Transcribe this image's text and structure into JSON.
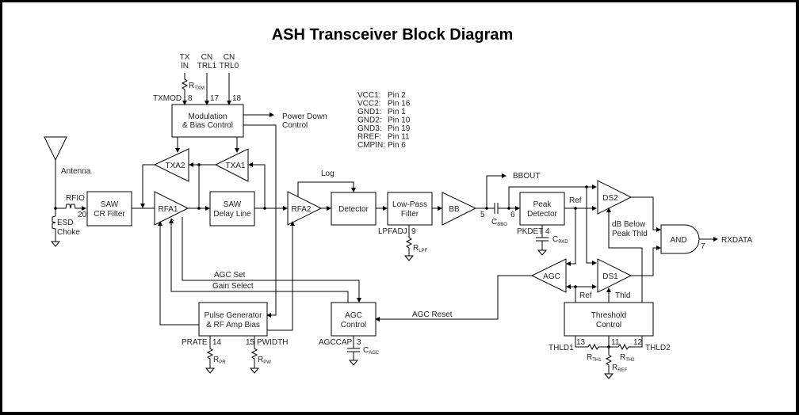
{
  "title": "ASH Transceiver Block Diagram",
  "blocks": {
    "mod_bias": [
      "Modulation",
      "& Bias Control"
    ],
    "saw_cr": [
      "SAW",
      "CR Filter"
    ],
    "saw_delay": [
      "SAW",
      "Delay Line"
    ],
    "detector": "Detector",
    "lpf": [
      "Low-Pass",
      "Filter"
    ],
    "peak_det": [
      "Peak",
      "Detector"
    ],
    "pulse_gen": [
      "Pulse Generator",
      "& RF Amp Bias"
    ],
    "agc_ctrl": [
      "AGC",
      "Control"
    ],
    "threshold": [
      "Threshold",
      "Control"
    ],
    "and_gate": "AND"
  },
  "amps": {
    "txa2": "TXA2",
    "txa1": "TXA1",
    "rfa1": "RFA1",
    "rfa2": "RFA2",
    "bb": "BB",
    "agc": "AGC",
    "ds1": "DS1",
    "ds2": "DS2"
  },
  "inputs": {
    "tx_in": [
      "TX",
      "IN"
    ],
    "cntrl1": [
      "CN",
      "TRL1"
    ],
    "cntrl0": [
      "CN",
      "TRL0"
    ]
  },
  "pins": {
    "txmod": "TXMOD",
    "p8": "8",
    "p17": "17",
    "p18": "18",
    "rfio": "RFIO",
    "p20": "20",
    "p5": "5",
    "p6": "6",
    "p4": "4",
    "p7": "7",
    "p9": "9",
    "p3": "3",
    "p14": "14",
    "p15": "15",
    "p13": "13",
    "p11": "11",
    "p12": "12",
    "lpfadj": "LPFADJ",
    "pkdet": "PKDET",
    "agccap": "AGCCAP",
    "prate": "PRATE",
    "pwidth": "PWIDTH",
    "thld1": "THLD1",
    "thld2": "THLD2"
  },
  "components": {
    "r_txm": [
      "R",
      "TXM"
    ],
    "r_lpf": [
      "R",
      "LPF"
    ],
    "c_bbo": [
      "C",
      "BBO"
    ],
    "c_pkd": [
      "C",
      "PKD"
    ],
    "c_agc": [
      "C",
      "AGC"
    ],
    "r_pr": [
      "R",
      "PR"
    ],
    "r_pw": [
      "R",
      "PW"
    ],
    "r_th1": [
      "R",
      "TH1"
    ],
    "r_th2": [
      "R",
      "TH2"
    ],
    "r_ref": [
      "R",
      "REF"
    ]
  },
  "labels": {
    "antenna": "Antenna",
    "esd": [
      "ESD",
      "Choke"
    ],
    "power_down": [
      "Power Down",
      "Control"
    ],
    "log": "Log",
    "bbout": "BBOUT",
    "ref_top": "Ref",
    "ref_bottom": "Ref",
    "thld": "Thld",
    "db_below": [
      "dB Below",
      "Peak Thld"
    ],
    "rxdata": "RXDATA",
    "agc_set": "AGC Set",
    "gain_select": "Gain Select",
    "agc_reset": "AGC Reset"
  },
  "pin_table": [
    [
      "VCC1:",
      "Pin 2"
    ],
    [
      "VCC2:",
      "Pin 16"
    ],
    [
      "GND1:",
      "Pin 1"
    ],
    [
      "GND2:",
      "Pin 10"
    ],
    [
      "GND3:",
      "Pin 19"
    ],
    [
      "RREF:",
      "Pin 11"
    ],
    [
      "CMPIN:",
      "Pin 6"
    ]
  ]
}
